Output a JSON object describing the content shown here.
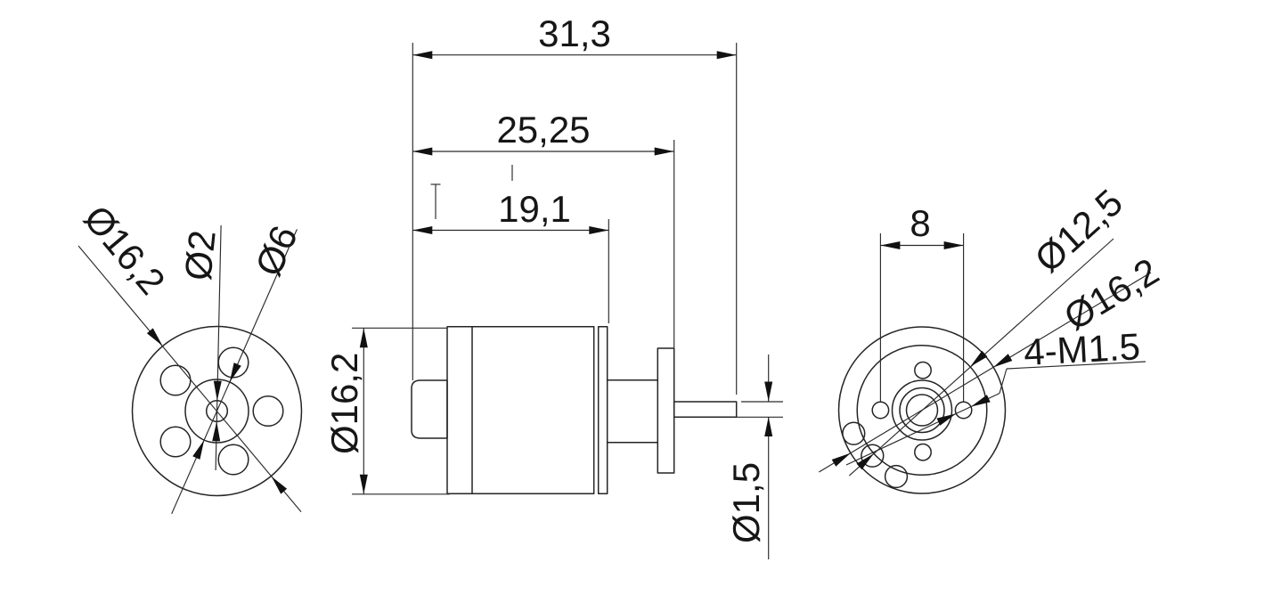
{
  "drawing": {
    "kind": "technical outline drawing (3 views of a small brushless motor)",
    "colors": {
      "line": "#242424",
      "background": "#ffffff",
      "text": "#161616"
    },
    "views": {
      "front": {
        "dia_outer_label": "Ø16,2",
        "dia_shaft_label": "Ø2",
        "dia_hub_label": "Ø6"
      },
      "side": {
        "total_length_label": "31,3",
        "mount_length_label": "25,25",
        "can_length_label": "19,1",
        "body_dia_label": "Ø16,2",
        "shaft_dia_label": "Ø1,5"
      },
      "rear": {
        "hole_spacing_label": "8",
        "flange_dia_label": "Ø12,5",
        "outer_dia_label": "Ø16,2",
        "thread_note_label": "4-M1.5"
      }
    }
  }
}
